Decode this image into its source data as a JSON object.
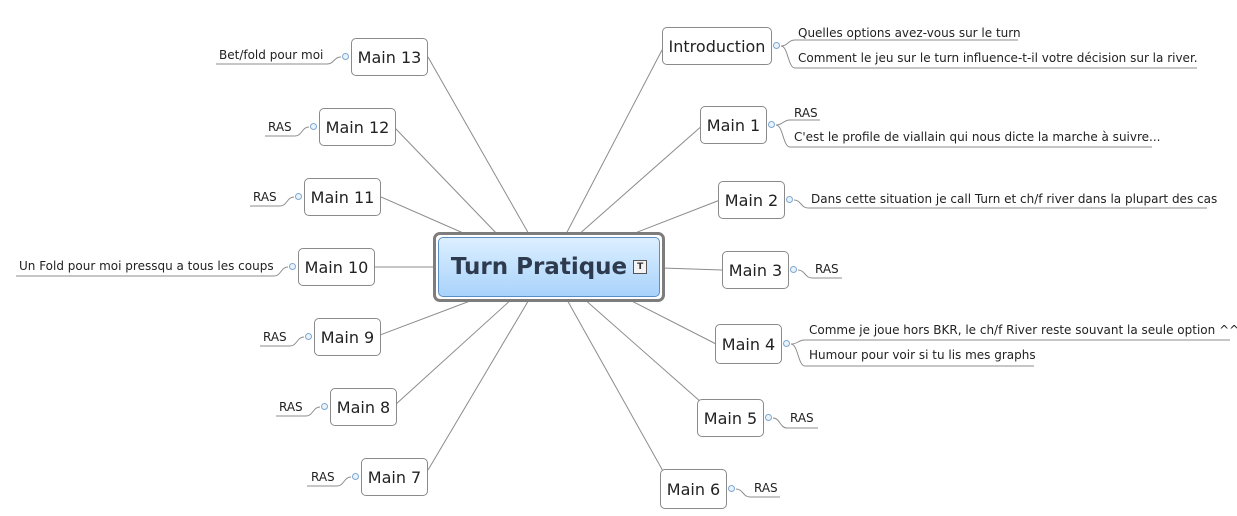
{
  "central": {
    "title": "Turn Pratique",
    "note_icon": "text-note-icon"
  },
  "main_topics": [
    {
      "id": "introduction",
      "label": "Introduction"
    },
    {
      "id": "main1",
      "label": "Main 1"
    },
    {
      "id": "main2",
      "label": "Main 2"
    },
    {
      "id": "main3",
      "label": "Main 3"
    },
    {
      "id": "main4",
      "label": "Main 4"
    },
    {
      "id": "main5",
      "label": "Main 5"
    },
    {
      "id": "main6",
      "label": "Main 6"
    },
    {
      "id": "main7",
      "label": "Main 7"
    },
    {
      "id": "main8",
      "label": "Main 8"
    },
    {
      "id": "main9",
      "label": "Main 9"
    },
    {
      "id": "main10",
      "label": "Main 10"
    },
    {
      "id": "main11",
      "label": "Main 11"
    },
    {
      "id": "main12",
      "label": "Main 12"
    },
    {
      "id": "main13",
      "label": "Main 13"
    }
  ],
  "subtopics": {
    "introduction": [
      "Quelles options avez-vous sur le turn",
      "Comment le jeu sur le turn influence-t-il votre décision sur la river."
    ],
    "main1": [
      "RAS",
      "C'est le profile de viallain qui nous dicte la marche à suivre..."
    ],
    "main2": [
      "Dans cette situation je call Turn et ch/f river dans la plupart des cas"
    ],
    "main3": [
      "RAS"
    ],
    "main4": [
      "Comme je joue hors BKR, le ch/f River reste souvant la seule option ^^",
      "Humour pour voir si tu lis mes graphs"
    ],
    "main5": [
      "RAS"
    ],
    "main6": [
      "RAS"
    ],
    "main7": [
      "RAS"
    ],
    "main8": [
      "RAS"
    ],
    "main9": [
      "RAS"
    ],
    "main10": [
      "Un Fold pour moi pressqu a tous les coups"
    ],
    "main11": [
      "RAS"
    ],
    "main12": [
      "RAS"
    ],
    "main13": [
      "Bet/fold pour moi"
    ]
  },
  "colors": {
    "link": "#8c8c8c",
    "central_top": "#dcefff",
    "central_bottom": "#a9d3fb",
    "collapse": "#7fa7cf"
  }
}
